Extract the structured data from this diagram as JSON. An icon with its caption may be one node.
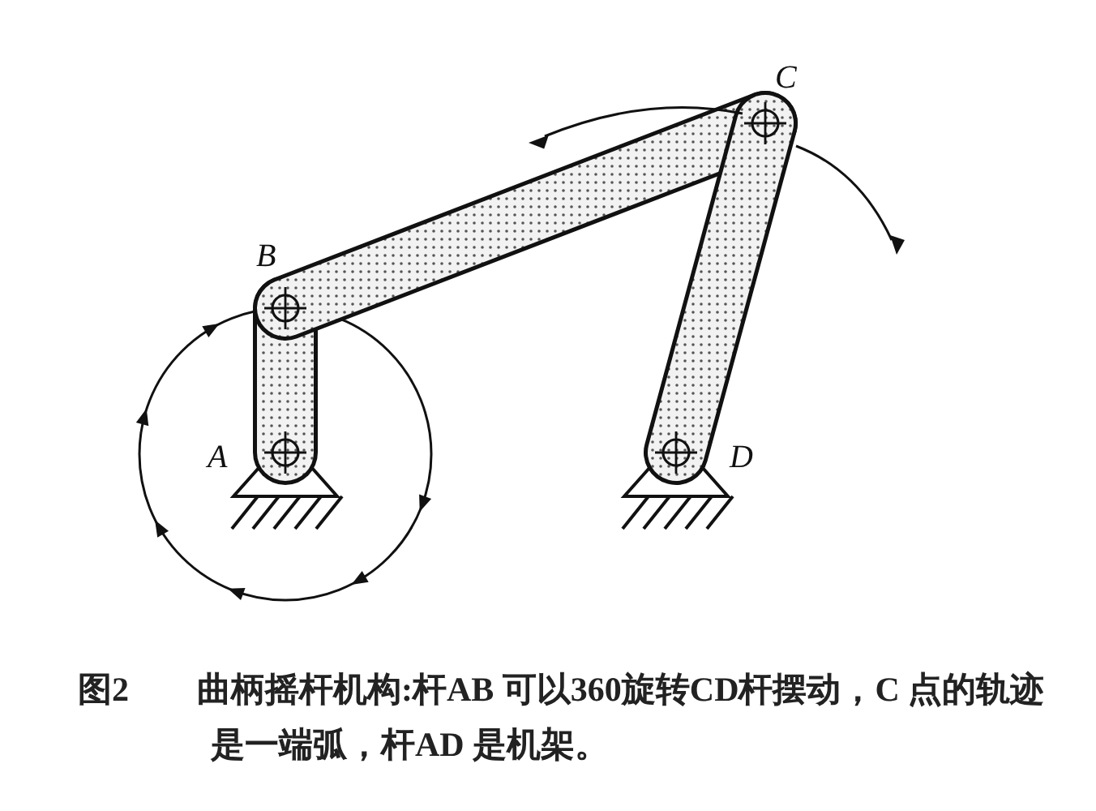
{
  "diagram": {
    "caption": "图2　　曲柄摇杆机构:杆AB 可以360旋转CD杆摆动，C 点的轨迹是一端弧，杆AD 是机架。",
    "labels": [
      "C",
      "B",
      "A",
      "D"
    ]
  }
}
